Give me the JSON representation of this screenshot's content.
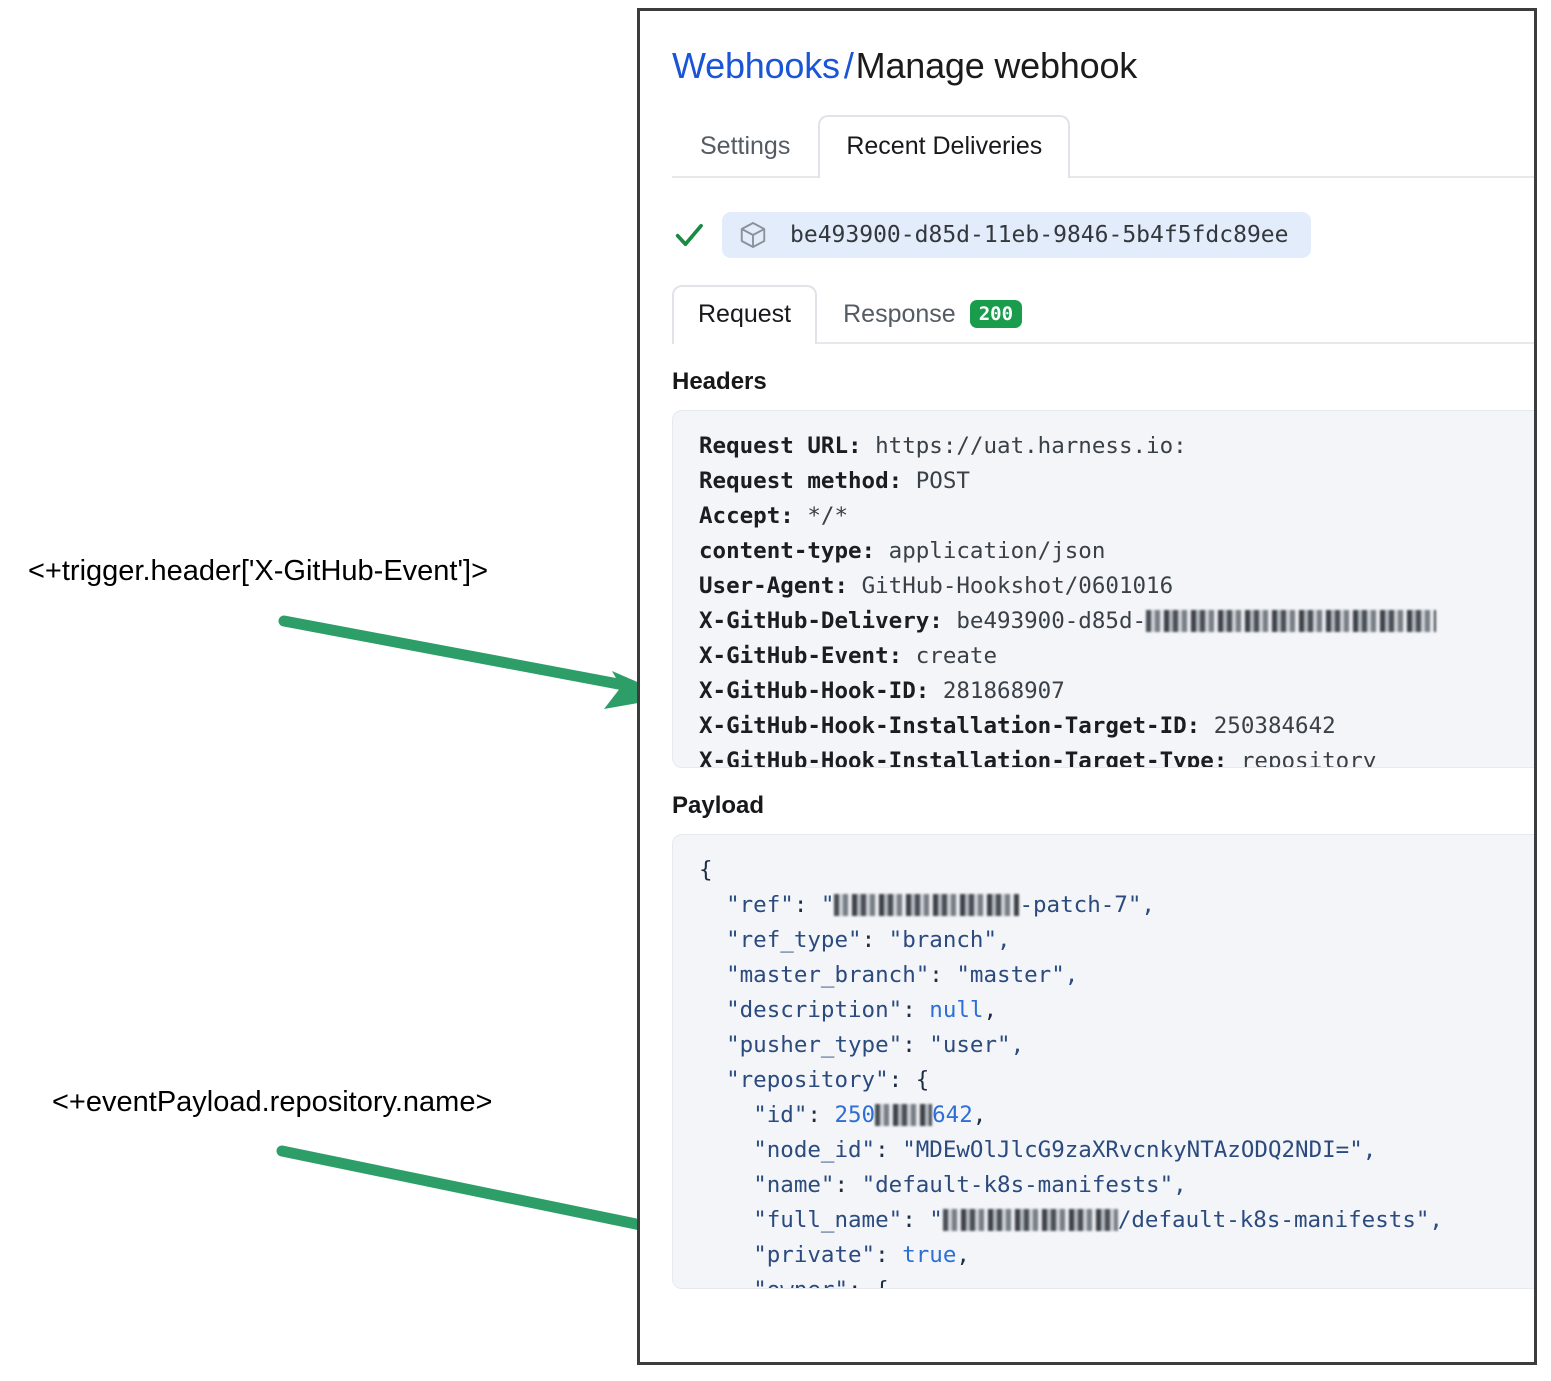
{
  "annotations": [
    {
      "id": "anno-1",
      "text": "<+trigger.header['X-GitHub-Event']>"
    },
    {
      "id": "anno-2",
      "text": "<+eventPayload.repository.name>"
    }
  ],
  "colors": {
    "arrow_green": "#2e9e68",
    "link_blue": "#1955d6",
    "badge_green": "#1a9c4d",
    "pill_blue": "#e3ecfb",
    "code_bg": "#f3f5f8",
    "card_border": "#3c3c3c"
  },
  "card": {
    "breadcrumb": {
      "link": "Webhooks",
      "separator": "/",
      "current": "Manage webhook"
    },
    "outer_tabs": [
      {
        "label": "Settings",
        "active": false
      },
      {
        "label": "Recent Deliveries",
        "active": true
      }
    ],
    "delivery": {
      "status_icon": "check-icon",
      "package_icon": "cube-icon",
      "id": "be493900-d85d-11eb-9846-5b4f5fdc89ee"
    },
    "inner_tabs": [
      {
        "label": "Request",
        "active": true,
        "badge": ""
      },
      {
        "label": "Response",
        "active": false,
        "badge": "200"
      }
    ],
    "headers": {
      "label": "Headers",
      "rows": [
        {
          "key": "Request URL:",
          "value": "https://uat.harness.io:",
          "redacted": false
        },
        {
          "key": "Request method:",
          "value": "POST",
          "redacted": false
        },
        {
          "key": "Accept:",
          "value": "*/*",
          "redacted": false
        },
        {
          "key": "content-type:",
          "value": "application/json",
          "redacted": false
        },
        {
          "key": "User-Agent:",
          "value": "GitHub-Hookshot/0601016",
          "redacted": false
        },
        {
          "key": "X-GitHub-Delivery:",
          "value": "be493900-d85d-",
          "redacted": true
        },
        {
          "key": "X-GitHub-Event:",
          "value": "create",
          "redacted": false
        },
        {
          "key": "X-GitHub-Hook-ID:",
          "value": "281868907",
          "redacted": false
        },
        {
          "key": "X-GitHub-Hook-Installation-Target-ID:",
          "value": "250384642",
          "redacted": false
        },
        {
          "key": "X-GitHub-Hook-Installation-Target-Type:",
          "value": "repository",
          "redacted": false
        }
      ]
    },
    "payload": {
      "label": "Payload",
      "lines": [
        {
          "text": "{",
          "indent": 0
        },
        {
          "text": "\"ref\": \"[redacted]-patch-7\",",
          "indent": 1
        },
        {
          "text": "\"ref_type\": \"branch\",",
          "indent": 1
        },
        {
          "text": "\"master_branch\": \"master\",",
          "indent": 1
        },
        {
          "text": "\"description\": null,",
          "indent": 1
        },
        {
          "text": "\"pusher_type\": \"user\",",
          "indent": 1
        },
        {
          "text": "\"repository\": {",
          "indent": 1
        },
        {
          "text": "\"id\": 250[redacted]642,",
          "indent": 2
        },
        {
          "text": "\"node_id\": \"MDEwOlJlcG9zaXRvcnkyNTAzODQ2NDI=\",",
          "indent": 2
        },
        {
          "text": "\"name\": \"default-k8s-manifests\",",
          "indent": 2
        },
        {
          "text": "\"full_name\": \"[redacted]/default-k8s-manifests\",",
          "indent": 2
        },
        {
          "text": "\"private\": true,",
          "indent": 2
        },
        {
          "text": "\"owner\": {",
          "indent": 2
        }
      ]
    }
  }
}
